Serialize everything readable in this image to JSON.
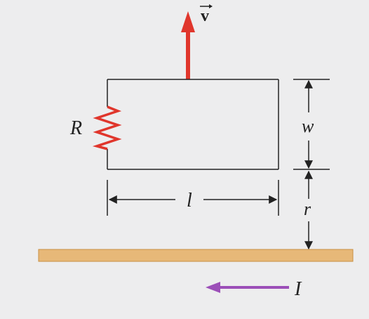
{
  "labels": {
    "velocity": "v",
    "resistance": "R",
    "width": "w",
    "length": "l",
    "distance": "r",
    "current": "I"
  },
  "colors": {
    "background": "#ededee",
    "velocity_arrow": "#e0362c",
    "resistor": "#e0362c",
    "wire": "#e7b878",
    "wire_border": "#c98f43",
    "current_arrow": "#9c4fb8",
    "lines": "#222222"
  }
}
